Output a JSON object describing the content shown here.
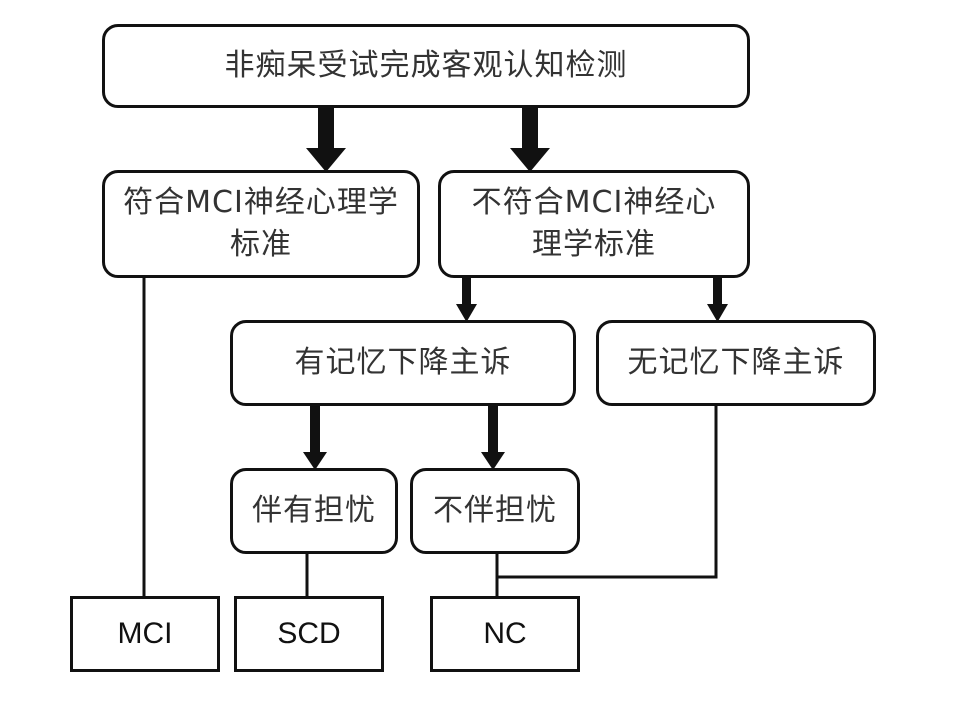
{
  "diagram": {
    "nodes": {
      "root": "非痴呆受试完成客观认知检测",
      "meets_mci": "符合MCI神经心理学标准",
      "not_meets_mci": "不符合MCI神经心理学标准",
      "memory_complaint": "有记忆下降主诉",
      "no_memory_complaint": "无记忆下降主诉",
      "with_worry": "伴有担忧",
      "without_worry": "不伴担忧",
      "out_mci": "MCI",
      "out_scd": "SCD",
      "out_nc": "NC"
    },
    "edges": [
      {
        "from": "root",
        "to": "meets_mci",
        "style": "thick-arrow"
      },
      {
        "from": "root",
        "to": "not_meets_mci",
        "style": "thick-arrow"
      },
      {
        "from": "not_meets_mci",
        "to": "memory_complaint",
        "style": "arrow"
      },
      {
        "from": "not_meets_mci",
        "to": "no_memory_complaint",
        "style": "arrow"
      },
      {
        "from": "memory_complaint",
        "to": "with_worry",
        "style": "thick-arrow"
      },
      {
        "from": "memory_complaint",
        "to": "without_worry",
        "style": "thick-arrow"
      },
      {
        "from": "meets_mci",
        "to": "out_mci",
        "style": "line"
      },
      {
        "from": "with_worry",
        "to": "out_scd",
        "style": "line"
      },
      {
        "from": "without_worry",
        "to": "out_nc",
        "style": "line"
      },
      {
        "from": "no_memory_complaint",
        "to": "out_nc",
        "style": "line"
      }
    ]
  }
}
